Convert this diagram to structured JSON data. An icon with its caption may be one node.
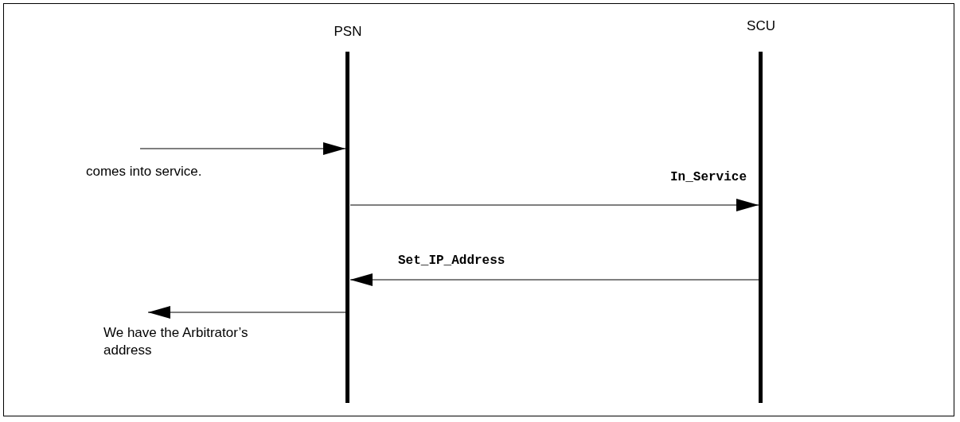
{
  "diagram": {
    "nodes": [
      {
        "text": [
          "PSN"
        ]
      },
      {
        "text": [
          "SCU"
        ]
      }
    ],
    "edges": [
      {
        "from": null,
        "to": 0,
        "arrow": "to",
        "label": "comes into service."
      },
      {
        "from": 0,
        "to": 1,
        "arrow": "to",
        "label": "In_Service"
      },
      {
        "from": 1,
        "to": 0,
        "arrow": "to",
        "label": "Set_IP_Address"
      },
      {
        "from": 0,
        "to": null,
        "arrow": "to",
        "label": "We have the Arbitrator’s address"
      }
    ]
  }
}
